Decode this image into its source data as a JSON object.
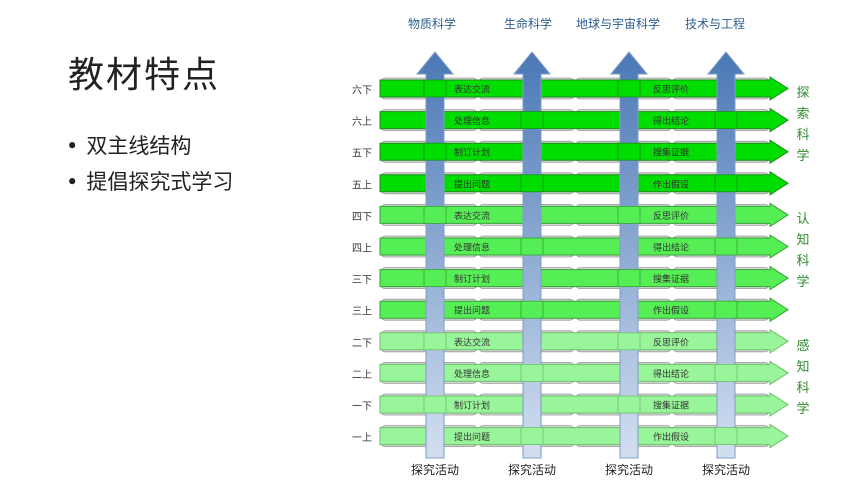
{
  "slide": {
    "title": "教材特点",
    "bullets": [
      "双主线结构",
      "提倡探究式学习"
    ]
  },
  "diagram": {
    "columns": [
      "物质科学",
      "生命科学",
      "地球与宇宙科学",
      "技术与工程"
    ],
    "bottom_labels": [
      "探究活动",
      "探究活动",
      "探究活动",
      "探究活动"
    ],
    "rows": [
      {
        "grade": "六下",
        "left": "表达交流",
        "right": "反思评价",
        "tier": 0
      },
      {
        "grade": "六上",
        "left": "处理信息",
        "right": "得出结论",
        "tier": 0
      },
      {
        "grade": "五下",
        "left": "制订计划",
        "right": "搜集证据",
        "tier": 0
      },
      {
        "grade": "五上",
        "left": "提出问题",
        "right": "作出假设",
        "tier": 0
      },
      {
        "grade": "四下",
        "left": "表达交流",
        "right": "反思评价",
        "tier": 1
      },
      {
        "grade": "四上",
        "left": "处理信息",
        "right": "得出结论",
        "tier": 1
      },
      {
        "grade": "三下",
        "left": "制订计划",
        "right": "搜集证据",
        "tier": 1
      },
      {
        "grade": "三上",
        "left": "提出问题",
        "right": "作出假设",
        "tier": 1
      },
      {
        "grade": "二下",
        "left": "表达交流",
        "right": "反思评价",
        "tier": 2
      },
      {
        "grade": "二上",
        "left": "处理信息",
        "right": "得出结论",
        "tier": 2
      },
      {
        "grade": "一下",
        "left": "制订计划",
        "right": "搜集证据",
        "tier": 2
      },
      {
        "grade": "一上",
        "left": "提出问题",
        "right": "作出假设",
        "tier": 2
      }
    ],
    "side_labels": [
      {
        "chars": [
          "探",
          "索",
          "科",
          "学"
        ]
      },
      {
        "chars": [
          "认",
          "知",
          "科",
          "学"
        ]
      },
      {
        "chars": [
          "感",
          "知",
          "科",
          "学"
        ]
      }
    ],
    "colors": {
      "tier_fill": [
        "#00dd00",
        "#55ee55",
        "#99f599"
      ],
      "tier_stroke": [
        "#1c8c1c",
        "#36a336",
        "#6cbf6c"
      ],
      "column_label": "#2e5d8c",
      "side_label": "#2e8b2e",
      "column_arrow_top": "#4a78b6",
      "column_arrow_bottom": "#d3dff0"
    }
  }
}
